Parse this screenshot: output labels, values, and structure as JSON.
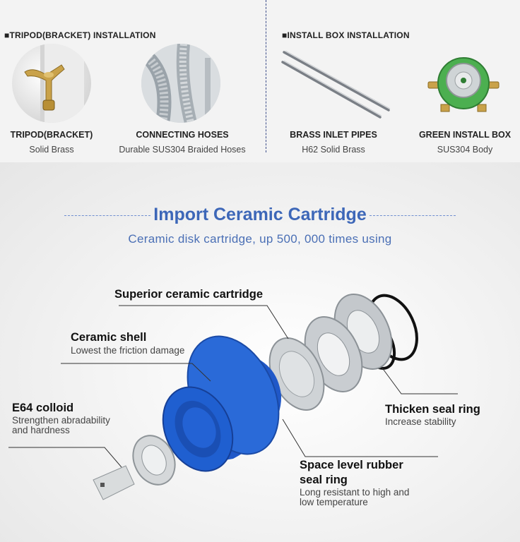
{
  "top": {
    "left_section_title": "■TRIPOD(BRACKET) INSTALLATION",
    "right_section_title": "■INSTALL BOX INSTALLATION",
    "products": [
      {
        "name": "TRIPOD(BRACKET)",
        "desc": "Solid Brass"
      },
      {
        "name": "CONNECTING HOSES",
        "desc": "Durable SUS304 Braided Hoses"
      },
      {
        "name": "BRASS INLET PIPES",
        "desc": "H62 Solid Brass"
      },
      {
        "name": "GREEN INSTALL BOX",
        "desc": "SUS304 Body"
      }
    ]
  },
  "cartridge": {
    "heading": "Import Ceramic Cartridge",
    "subheading": "Ceramic disk cartridge, up 500, 000 times using",
    "labels": {
      "superior": {
        "title": "Superior ceramic cartridge"
      },
      "shell": {
        "title": "Ceramic shell",
        "sub": "Lowest the friction damage"
      },
      "colloid": {
        "title": "E64 colloid",
        "sub1": "Strengthen abradability",
        "sub2": "and hardness"
      },
      "seal": {
        "title": "Thicken seal ring",
        "sub": "Increase stability"
      },
      "rubber": {
        "title1": "Space level rubber",
        "title2": "seal ring",
        "sub1": "Long resistant to high and",
        "sub2": "low temperature"
      }
    }
  },
  "colors": {
    "heading_blue": "#3d67b8",
    "cartridge_blue": "#1f5fd0",
    "box_green": "#4caf50"
  }
}
